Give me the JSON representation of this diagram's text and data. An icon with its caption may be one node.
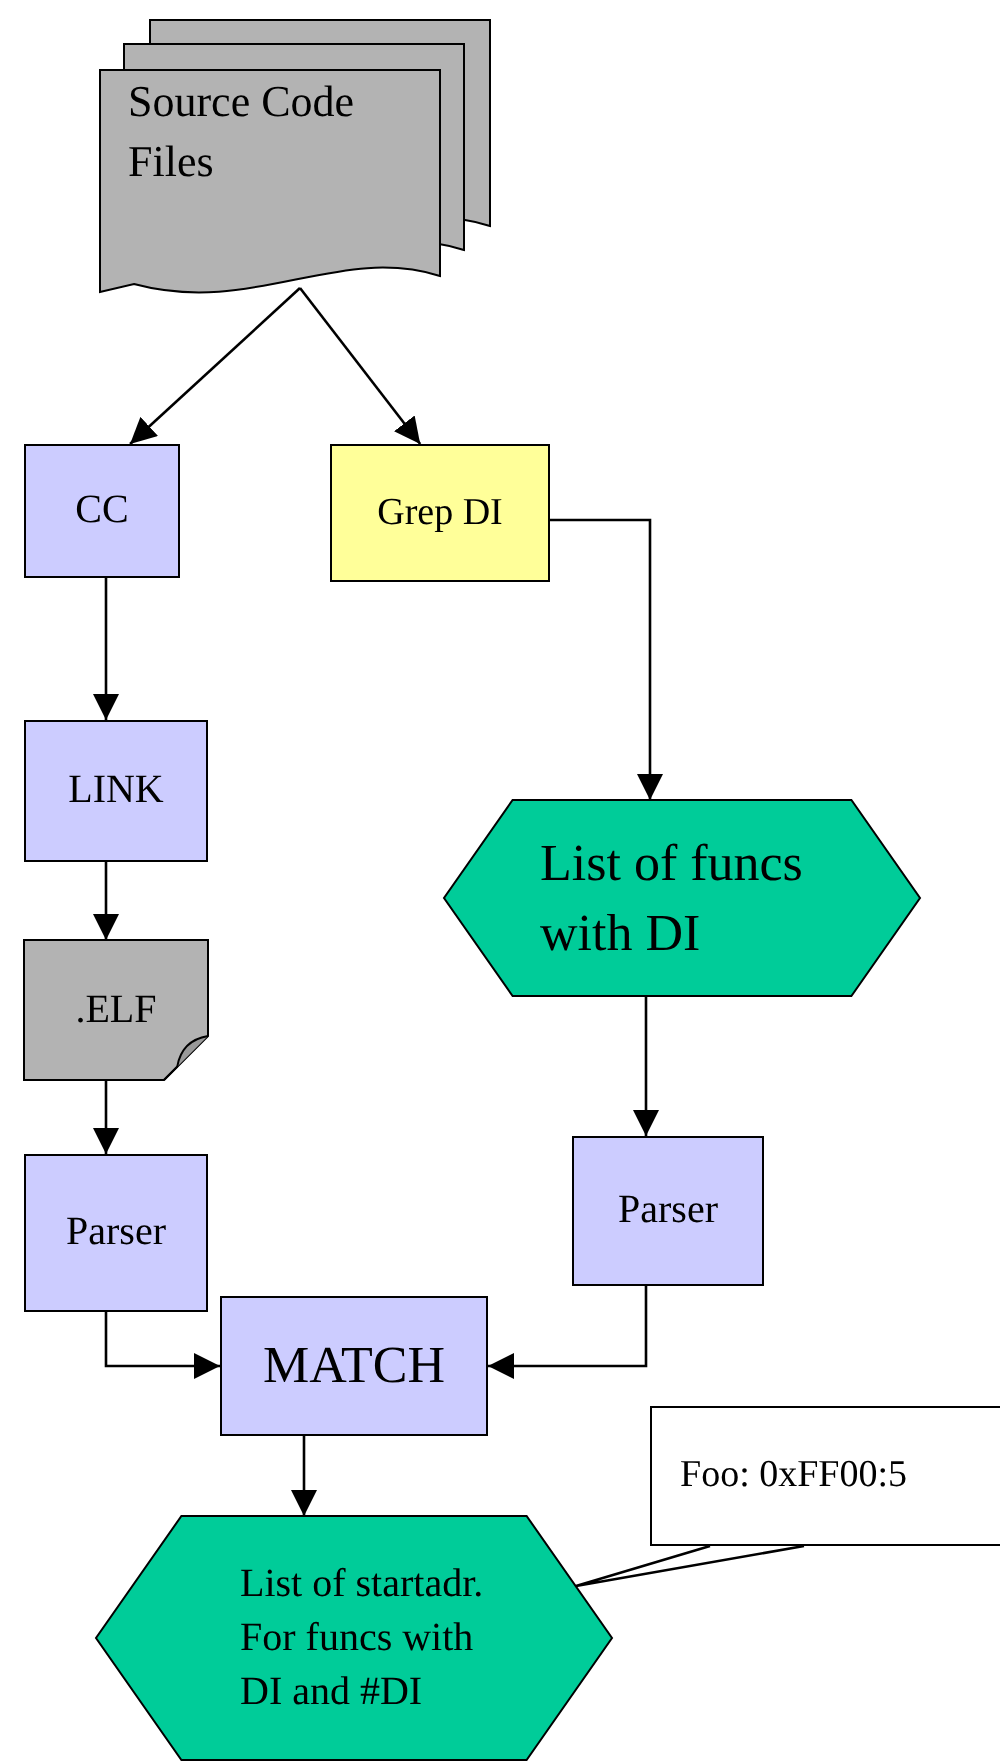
{
  "diagram": {
    "nodes": [
      {
        "text": [
          "Source Code Files"
        ]
      },
      {
        "text": [
          "CC"
        ]
      },
      {
        "text": [
          "Grep DI"
        ]
      },
      {
        "text": [
          "LINK"
        ]
      },
      {
        "text": [
          "List of funcs with DI"
        ]
      },
      {
        "text": [
          ".ELF"
        ]
      },
      {
        "text": [
          "Parser"
        ]
      },
      {
        "text": [
          "Parser"
        ]
      },
      {
        "text": [
          "MATCH"
        ]
      },
      {
        "text": [
          "List of startadr. For funcs with DI and #DI"
        ]
      },
      {
        "text": [
          "Foo: 0xFF00:5"
        ]
      }
    ],
    "edges": [
      {
        "from": 0,
        "to": 1,
        "arrow": "to"
      },
      {
        "from": 0,
        "to": 2,
        "arrow": "to"
      },
      {
        "from": 1,
        "to": 3,
        "arrow": "to"
      },
      {
        "from": 2,
        "to": 4,
        "arrow": "to"
      },
      {
        "from": 3,
        "to": 5,
        "arrow": "to"
      },
      {
        "from": 4,
        "to": 7,
        "arrow": "to"
      },
      {
        "from": 5,
        "to": 6,
        "arrow": "to"
      },
      {
        "from": 6,
        "to": 8,
        "arrow": "to"
      },
      {
        "from": 7,
        "to": 8,
        "arrow": "to"
      },
      {
        "from": 8,
        "to": 9,
        "arrow": "to"
      },
      {
        "from": 10,
        "to": 9,
        "arrow": "none"
      }
    ]
  }
}
